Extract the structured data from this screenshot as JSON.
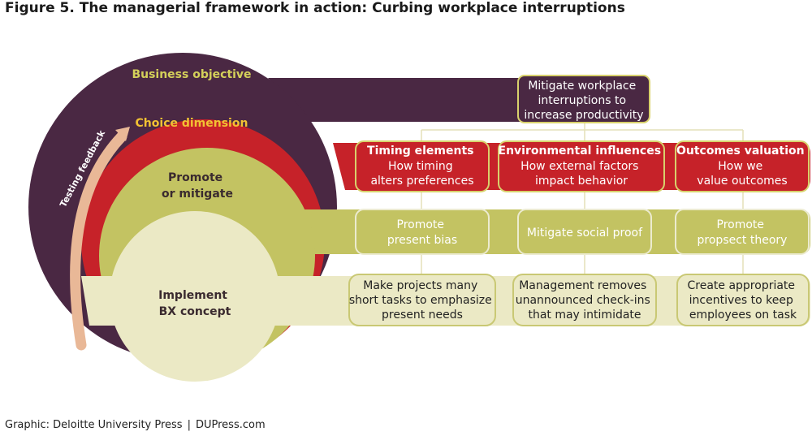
{
  "title": "Figure 5. The managerial framework in action: Curbing workplace interruptions",
  "credit": {
    "source": "Graphic: Deloitte University Press",
    "separator": "|",
    "site": "DUPress.com"
  },
  "colors": {
    "business_objective": "#4a2843",
    "choice_dimension": "#c62229",
    "promote_mitigate": "#c3c362",
    "implement": "#ebe9c5",
    "label_yellow": "#d4d05a",
    "label_gold": "#f2c233",
    "connector": "#e4e1b8",
    "feedback_arrow": "#e9b897"
  },
  "levels": {
    "business_objective": "Business objective",
    "choice_dimension": "Choice dimension",
    "promote_mitigate": [
      "Promote",
      "or mitigate"
    ],
    "implement": [
      "Implement",
      "BX concept"
    ]
  },
  "feedback_label": "Testing feedback",
  "objective_box": [
    "Mitigate workplace",
    "interruptions to",
    "increase productivity"
  ],
  "columns": [
    {
      "choice_title": "Timing elements",
      "choice_desc": [
        "How timing",
        "alters preferences"
      ],
      "promote": [
        "Promote",
        "present bias"
      ],
      "implement": [
        "Make projects many",
        "short tasks to emphasize",
        "present needs"
      ]
    },
    {
      "choice_title": "Environmental influences",
      "choice_desc": [
        "How external factors",
        "impact behavior"
      ],
      "promote": [
        "Mitigate social proof"
      ],
      "implement": [
        "Management removes",
        "unannounced check-ins",
        "that may intimidate"
      ]
    },
    {
      "choice_title": "Outcomes valuation",
      "choice_desc": [
        "How we",
        "value outcomes"
      ],
      "promote": [
        "Promote",
        "propsect theory"
      ],
      "implement": [
        "Create appropriate",
        "incentives to keep",
        "employees on task"
      ]
    }
  ]
}
